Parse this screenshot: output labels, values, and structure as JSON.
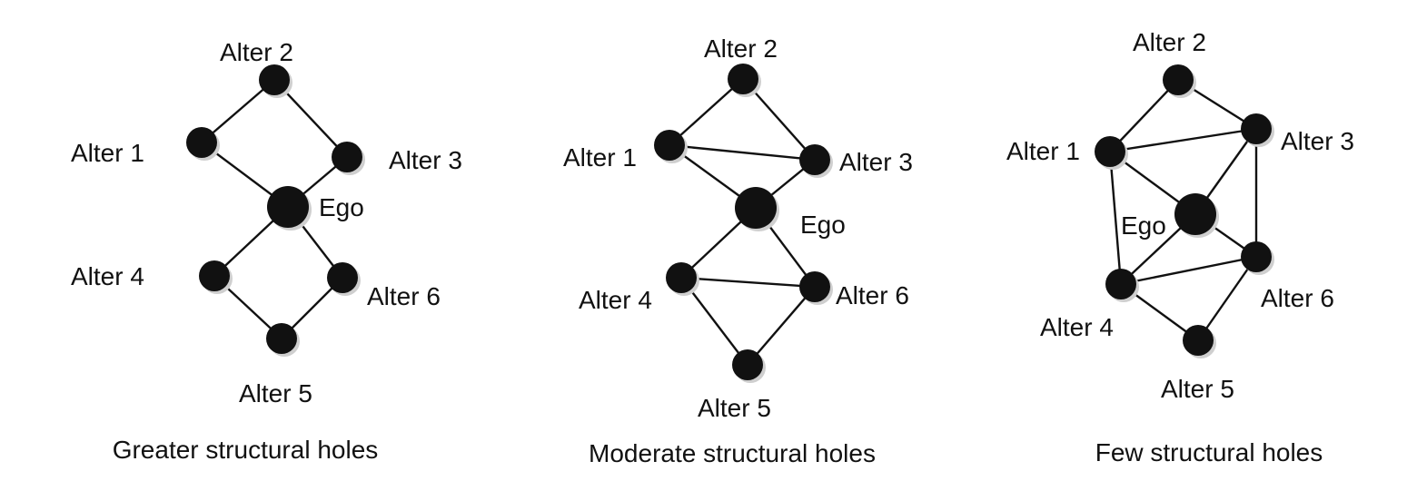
{
  "colors": {
    "ink": "#111111",
    "shadow": "#cfcfcf",
    "background": "#ffffff"
  },
  "networks": [
    {
      "caption": "Greater structural holes",
      "labels": {
        "ego": "Ego",
        "alter1": "Alter 1",
        "alter2": "Alter 2",
        "alter3": "Alter 3",
        "alter4": "Alter 4",
        "alter5": "Alter 5",
        "alter6": "Alter 6"
      },
      "edges": [
        [
          "alter1",
          "alter2"
        ],
        [
          "alter2",
          "alter3"
        ],
        [
          "alter1",
          "ego"
        ],
        [
          "alter3",
          "ego"
        ],
        [
          "ego",
          "alter4"
        ],
        [
          "ego",
          "alter6"
        ],
        [
          "alter4",
          "alter5"
        ],
        [
          "alter5",
          "alter6"
        ]
      ]
    },
    {
      "caption": "Moderate structural holes",
      "labels": {
        "ego": "Ego",
        "alter1": "Alter 1",
        "alter2": "Alter 2",
        "alter3": "Alter 3",
        "alter4": "Alter 4",
        "alter5": "Alter 5",
        "alter6": "Alter 6"
      },
      "edges": [
        [
          "alter1",
          "alter2"
        ],
        [
          "alter2",
          "alter3"
        ],
        [
          "alter1",
          "alter3"
        ],
        [
          "alter1",
          "ego"
        ],
        [
          "alter3",
          "ego"
        ],
        [
          "ego",
          "alter4"
        ],
        [
          "ego",
          "alter6"
        ],
        [
          "alter4",
          "alter6"
        ],
        [
          "alter4",
          "alter5"
        ],
        [
          "alter5",
          "alter6"
        ]
      ]
    },
    {
      "caption": "Few structural holes",
      "labels": {
        "ego": "Ego",
        "alter1": "Alter 1",
        "alter2": "Alter 2",
        "alter3": "Alter 3",
        "alter4": "Alter 4",
        "alter5": "Alter 5",
        "alter6": "Alter 6"
      },
      "edges": [
        [
          "alter1",
          "alter2"
        ],
        [
          "alter2",
          "alter3"
        ],
        [
          "alter1",
          "alter3"
        ],
        [
          "alter1",
          "ego"
        ],
        [
          "alter3",
          "ego"
        ],
        [
          "alter1",
          "alter4"
        ],
        [
          "alter3",
          "alter6"
        ],
        [
          "ego",
          "alter4"
        ],
        [
          "ego",
          "alter6"
        ],
        [
          "alter4",
          "alter6"
        ],
        [
          "alter4",
          "alter5"
        ],
        [
          "alter5",
          "alter6"
        ]
      ]
    }
  ]
}
